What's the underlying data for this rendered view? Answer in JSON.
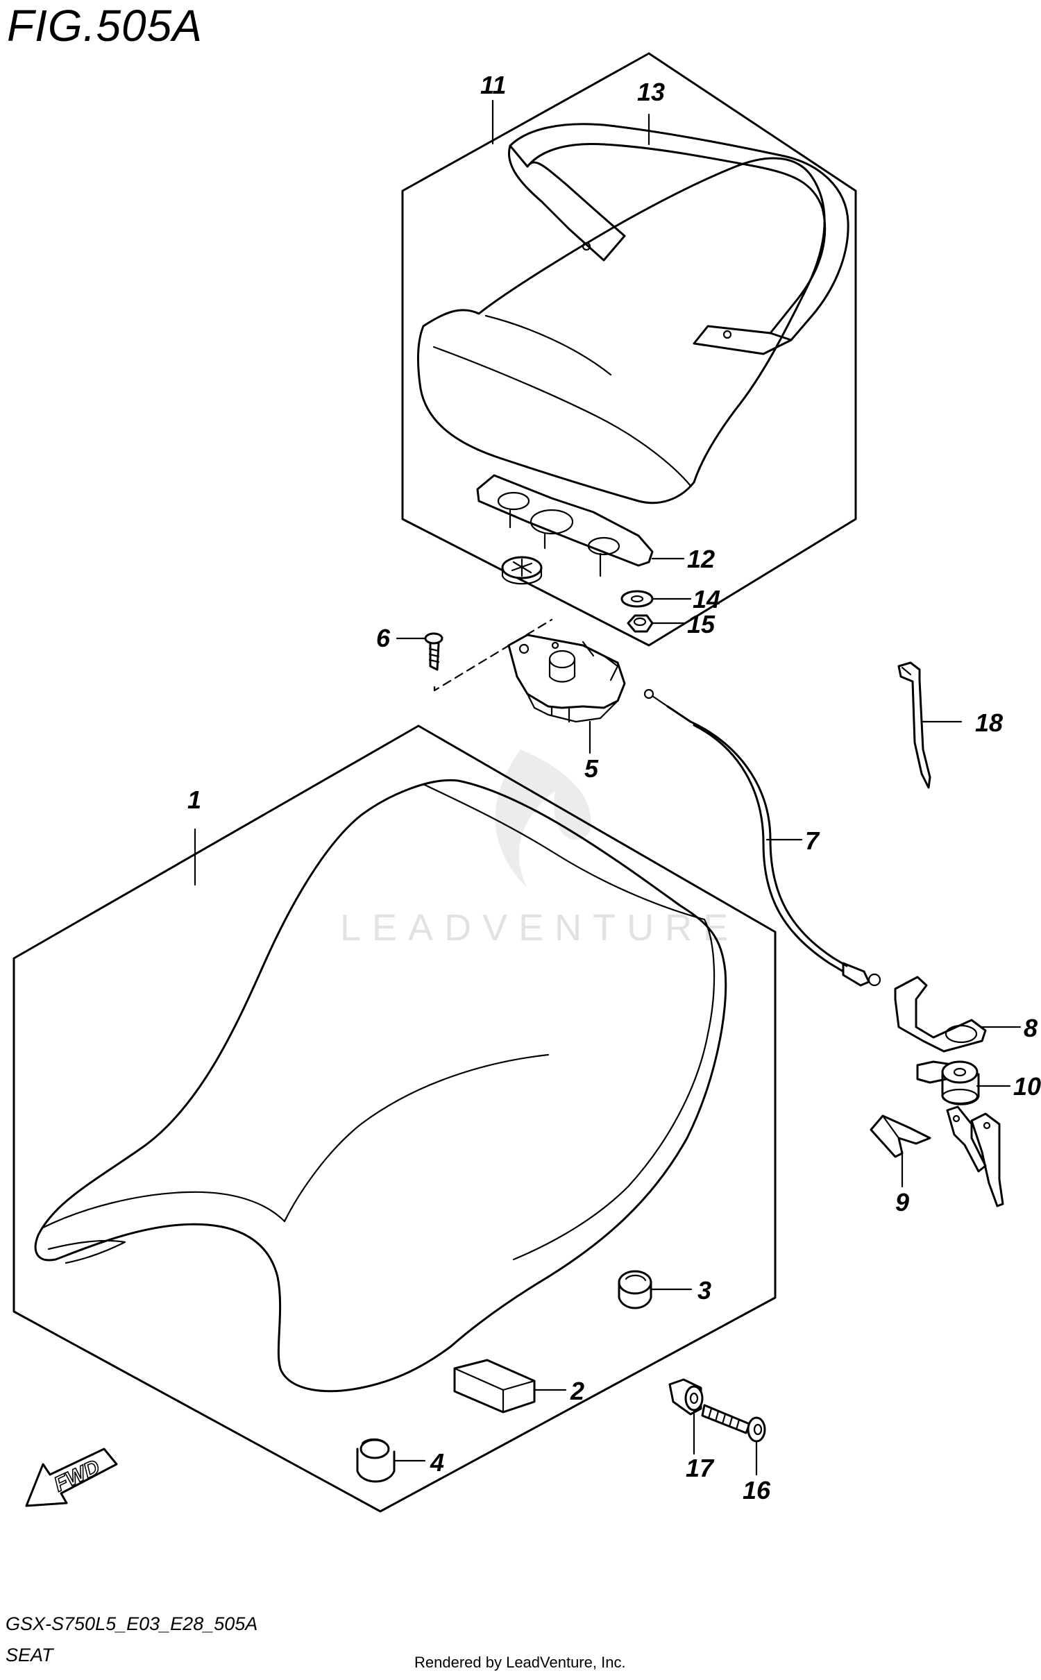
{
  "figure_label": "FIG.505A",
  "diagram_code": "GSX-S750L5_E03_E28_505A",
  "subtitle": "SEAT",
  "credit": "Rendered by LeadVenture, Inc.",
  "watermark": "LEADVENTURE",
  "fwd_label": "FWD",
  "callouts": [
    "1",
    "2",
    "3",
    "4",
    "5",
    "6",
    "7",
    "8",
    "9",
    "10",
    "11",
    "12",
    "13",
    "14",
    "15",
    "16",
    "17",
    "18"
  ]
}
